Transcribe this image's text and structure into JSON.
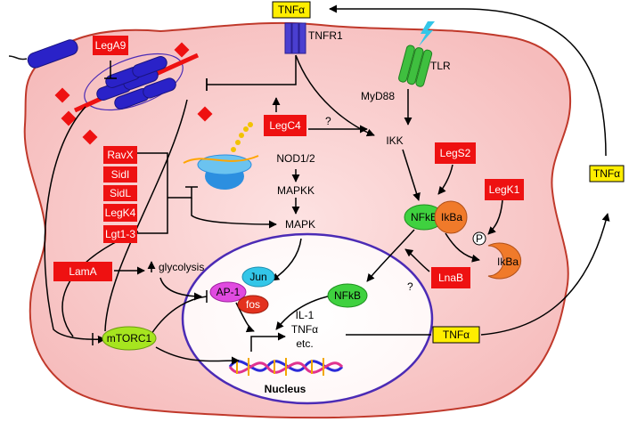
{
  "tnf_top": "TNFα",
  "tnfr1": "TNFR1",
  "tlr": "TLR",
  "myd88": "MyD88",
  "ikk": "IKK",
  "nod": "NOD1/2",
  "mapkk": "MAPKK",
  "mapk": "MAPK",
  "glycolysis": "glycolysis",
  "question1": "?",
  "question2": "?",
  "effectors": {
    "lega9": "LegA9",
    "legc4": "LegC4",
    "ravx": "RavX",
    "sidi": "SidI",
    "sidl": "SidL",
    "legk4": "LegK4",
    "lgt": "Lgt1-3",
    "lama": "LamA",
    "legs2": "LegS2",
    "legk1": "LegK1",
    "lnab": "LnaB"
  },
  "nfkb_cyto": "NFkB",
  "ikba_cyto": "IkBa",
  "p_label": "P",
  "ikba_free": "IkBa",
  "jun": "Jun",
  "ap1": "AP-1",
  "fos": "fos",
  "nfkb_nuc": "NFkB",
  "mtorc1": "mTORC1",
  "genes": {
    "il1": "IL-1",
    "tnf": "TNFα",
    "etc": "etc."
  },
  "tnf_nuc": "TNFα",
  "tnf_right": "TNFα",
  "nucleus": "Nucleus",
  "colors": {
    "cell_fill": "#f9cfcf",
    "cell_stroke": "#c0392b",
    "effector": "#ee1111",
    "tnf_box": "#ffee00",
    "nucleus_stroke": "#4b2bb5",
    "nfkb": "#3fd13f",
    "ikba": "#f07a2a",
    "jun": "#33c6e8",
    "ap1": "#e04be0",
    "fos": "#e3321f",
    "mtorc1": "#a6e51f",
    "receptor": "#4a3fd0",
    "tlr": "#3fbf3f"
  }
}
